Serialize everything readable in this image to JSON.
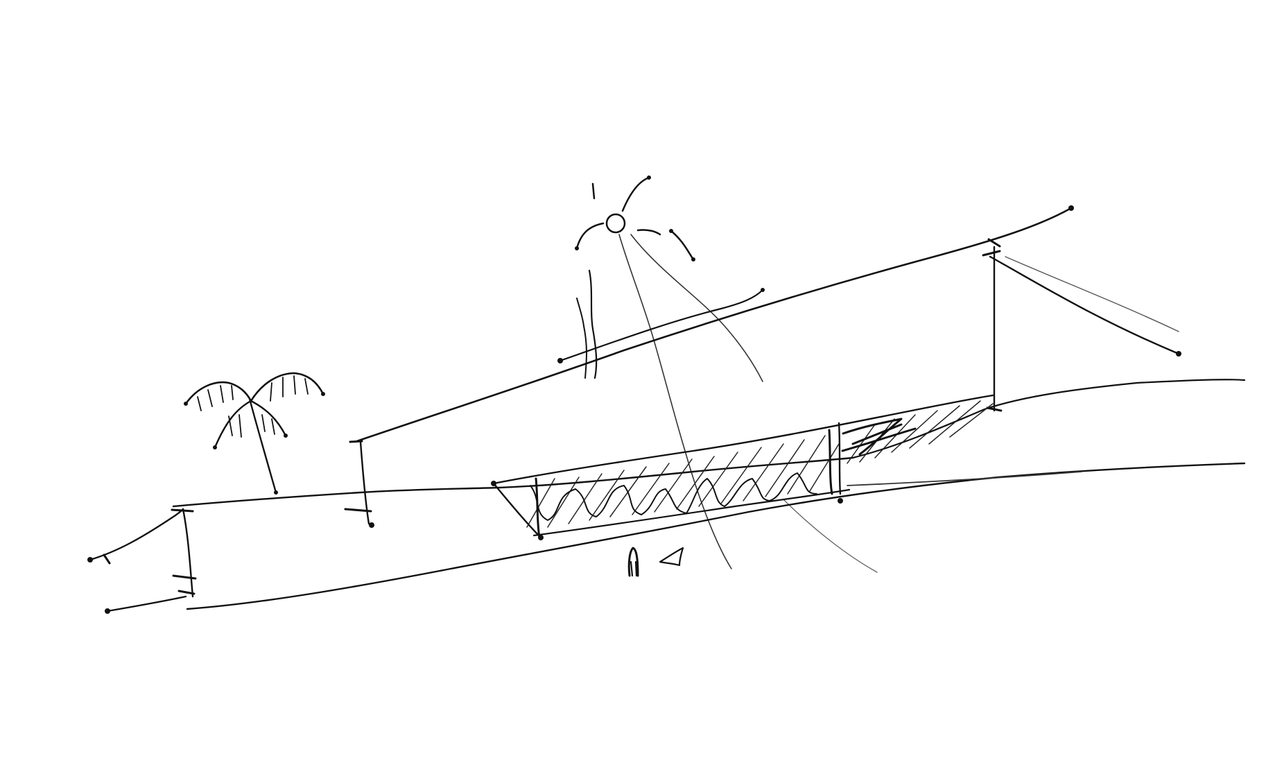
{
  "colors": {
    "paper": "#ffffff",
    "ink": "#111111",
    "faint_ink": "#555555",
    "hatch_ink": "#222222"
  },
  "sketch": {
    "elements": [
      "sun-icon",
      "sun-ray",
      "sloped-roof-line",
      "roof-edge-marker",
      "ground-line",
      "terrain-curve",
      "shaded-opening",
      "palm-tree-icon",
      "person-figure"
    ]
  }
}
